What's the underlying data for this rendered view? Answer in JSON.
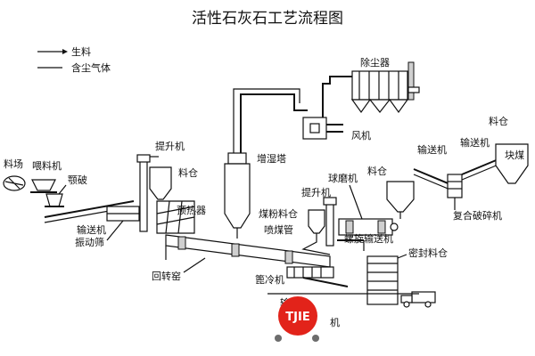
{
  "title": "活性石灰石工艺流程图",
  "legend": {
    "raw_material": "生料",
    "dusty_gas": "含尘气体"
  },
  "labels": {
    "dust_collector": "除尘器",
    "fan": "风机",
    "elevator_top": "提升机",
    "bin_top": "料仓",
    "humidifier_tower": "增湿塔",
    "ball_mill": "球磨机",
    "coal_bin": "料仓",
    "conveyor_right": "输送机",
    "conveyor_right2": "输送机",
    "bin_right": "料仓",
    "lump_coal": "块煤",
    "stock_yard": "料场",
    "feeder": "喂料机",
    "crusher": "颚破",
    "preheater": "预热器",
    "conveyor_left": "输送机",
    "vibrating_screen": "振动筛",
    "elevator_mid": "提升机",
    "pulverized_coal_bin": "煤粉料仓",
    "coal_injection_pipe": "喷煤管",
    "rotary_kiln": "回转窑",
    "cooler": "篦冷机",
    "screw_conveyor": "螺旋输送机",
    "sealed_silo": "密封料仓",
    "compound_crusher": "复合破碎机",
    "bottom_conveyor": "输",
    "bottom_machine": "机"
  },
  "badge": {
    "text": "TJIE",
    "color": "#e2231a"
  },
  "colors": {
    "line": "#111111",
    "equipment_fill": "#ffffff",
    "shade": "#cfcfcf"
  }
}
